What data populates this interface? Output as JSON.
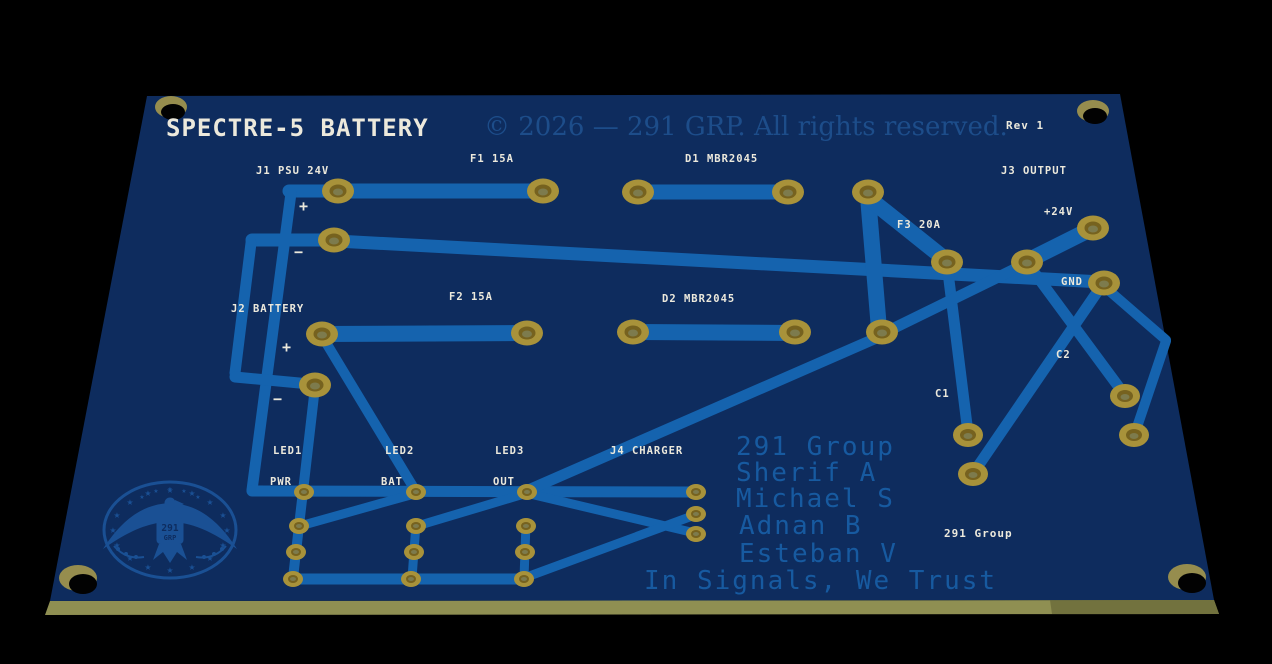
{
  "board": {
    "title": "SPECTRE-5 BATTERY",
    "copyright": "© 2026 — 291 GRP. All rights reserved.",
    "revision": "Rev 1",
    "colors": {
      "background": "#000000",
      "board": "#0e2c5e",
      "trace": "#1563ae",
      "silkscreen": "#ece9dc",
      "copper_text": "#175aa0",
      "copyright_text": "#1d4d8a",
      "logo": "#1a5094",
      "pad_gold": "#a8923a",
      "pad_mid": "#76621f",
      "pad_center": "#7d7b4d",
      "hole_gold": "#968d4e",
      "edge": "#8f8f52",
      "edge_dark": "#72723e"
    },
    "silkscreen": {
      "j1": "J1 PSU 24V",
      "f1": "F1 15A",
      "d1": "D1 MBR2045",
      "j3": "J3 OUTPUT",
      "v24": "+24V",
      "gnd": "GND",
      "f3": "F3 20A",
      "f2": "F2 15A",
      "d2": "D2 MBR2045",
      "j2": "J2 BATTERY",
      "c1": "C1",
      "c2": "C2",
      "led1": "LED1",
      "led2": "LED2",
      "led3": "LED3",
      "j4": "J4 CHARGER",
      "pwr": "PWR",
      "bat": "BAT",
      "out": "OUT",
      "group": "291 Group",
      "plus": "+",
      "minus": "−"
    },
    "copper_text": {
      "lines": [
        "291 Group",
        "Sherif A",
        "Michael S",
        "Adnan B",
        "Esteban V"
      ],
      "motto": "In Signals, We Trust"
    },
    "logo": {
      "number": "291",
      "suffix": "GRP"
    }
  }
}
